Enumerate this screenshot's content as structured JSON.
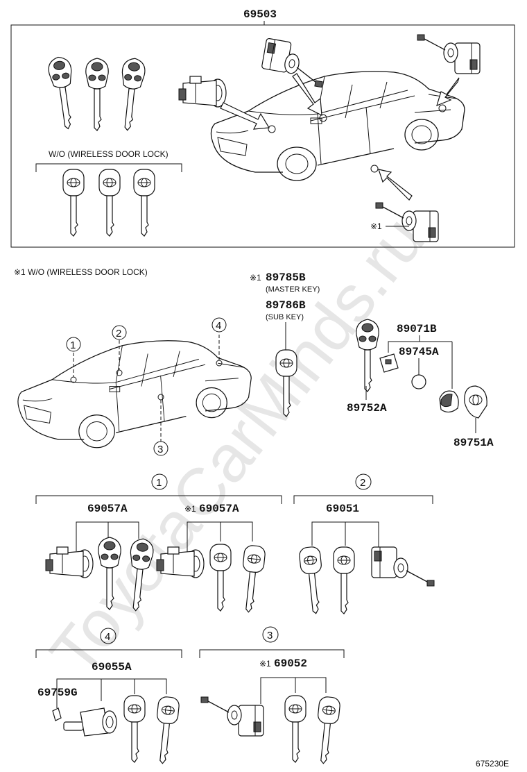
{
  "watermark": "ToyotaCarMinds.ru",
  "top_box": {
    "part_number": "69503",
    "group_label": "W/O (WIRELESS DOOR LOCK)",
    "callout_mark": "※1"
  },
  "footnote": "※1  W/O (WIRELESS DOOR LOCK)",
  "keys": {
    "master_pn": "89785B",
    "master_mark": "※1",
    "master_label": "(MASTER KEY)",
    "sub_pn": "89786B",
    "sub_label": "(SUB KEY)"
  },
  "remote": {
    "pn1": "89071B",
    "pn2": "89745A",
    "pn3": "89752A",
    "pn4": "89751A"
  },
  "car_callouts": [
    "1",
    "2",
    "3",
    "4"
  ],
  "groups": [
    {
      "circle": "1",
      "pn_a": "69057A",
      "pn_b": "69057A",
      "mark_b": "※1"
    },
    {
      "circle": "2",
      "pn_a": "69051"
    },
    {
      "circle": "4",
      "pn_a": "69055A",
      "pn_sub": "69759G"
    },
    {
      "circle": "3",
      "pn_a": "69052",
      "mark_a": "※1"
    }
  ],
  "diagram_code": "675230E"
}
